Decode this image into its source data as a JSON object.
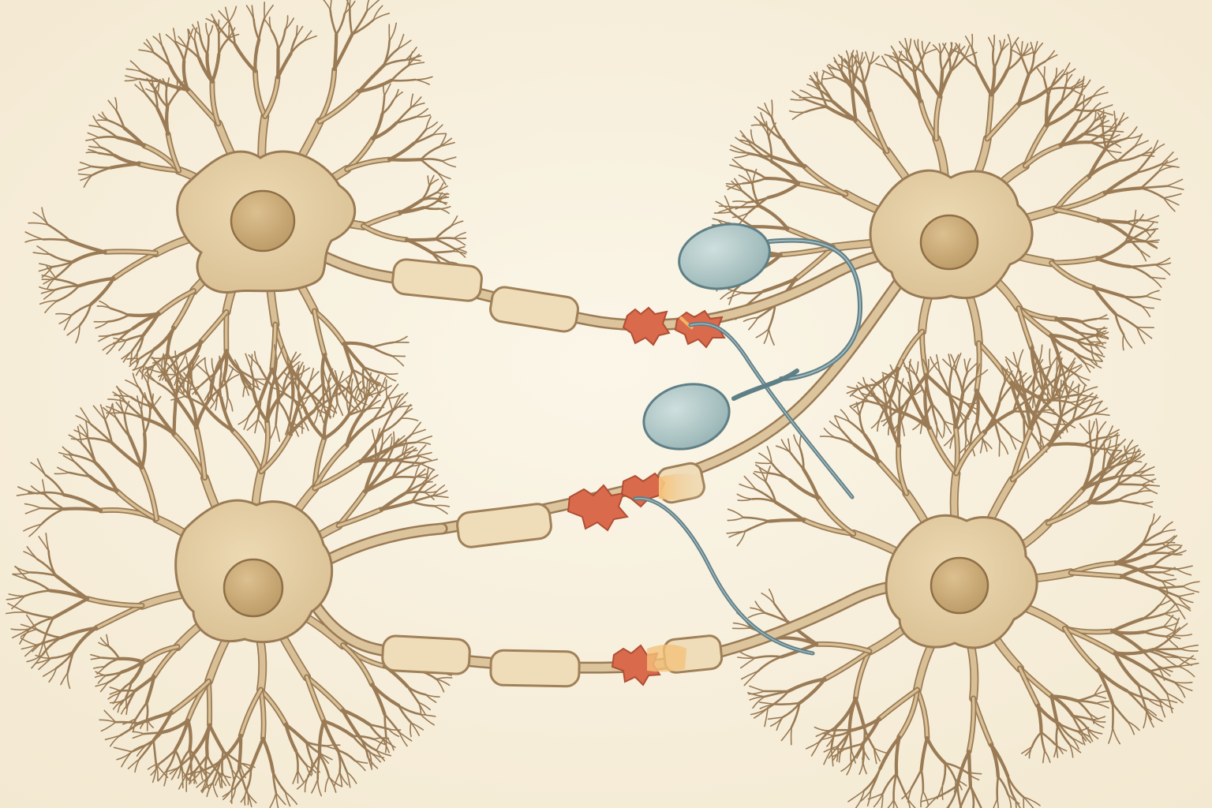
{
  "colors": {
    "paper": "#f8f1df",
    "cell_body": "#e3cca3",
    "cell_outline": "#9a7b55",
    "nucleus": "#c9aa77",
    "nucleus_outline": "#8f6f45",
    "myelin": "#efdcb8",
    "myelin_outline": "#a08058",
    "damage": "#d96a4c",
    "damage_highlight": "#f2b565",
    "electrode_tip": "#a9c3c3",
    "electrode_outline": "#5f7f86",
    "electrode_wire": "#6f8a92"
  },
  "neurons": [
    {
      "id": "top-left",
      "axon_segments": 2,
      "damage_sites": 2
    },
    {
      "id": "top-right",
      "axon_segments": 0,
      "damage_sites": 0
    },
    {
      "id": "bottom-left",
      "axon_segments": 3,
      "damage_sites": 2
    },
    {
      "id": "bottom-right",
      "axon_segments": 0,
      "damage_sites": 0
    }
  ],
  "electrodes": [
    {
      "id": "electrode-upper",
      "icon": "electrode-icon"
    },
    {
      "id": "electrode-lower",
      "icon": "electrode-icon"
    }
  ]
}
